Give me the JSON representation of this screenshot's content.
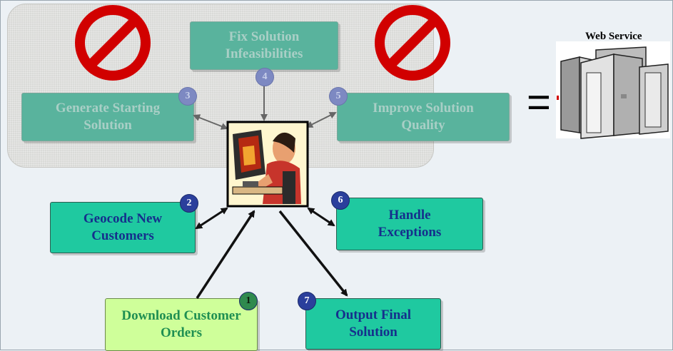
{
  "steps": {
    "s1": {
      "label": "Download Customer Orders",
      "num": "1"
    },
    "s2": {
      "label": "Geocode New Customers",
      "num": "2"
    },
    "s3": {
      "label": "Generate Starting Solution",
      "num": "3"
    },
    "s4": {
      "label": "Fix Solution Infeasibilities",
      "num": "4"
    },
    "s5": {
      "label": "Improve Solution Quality",
      "num": "5"
    },
    "s6": {
      "label": "Handle Exceptions",
      "num": "6"
    },
    "s7": {
      "label": "Output Final Solution",
      "num": "7"
    }
  },
  "web_service": {
    "label": "Web Service"
  },
  "equals": "=",
  "icons": [
    "prohibited-icon",
    "person-at-computer-icon",
    "server-icon"
  ],
  "colors": {
    "active_box": "#1fc9a0",
    "dim_box": "#59b39d",
    "light_box": "#cfff9a",
    "badge_blue": "#2b3f9c",
    "badge_green": "#2f8a4e",
    "prohibit_red": "#d10000"
  }
}
